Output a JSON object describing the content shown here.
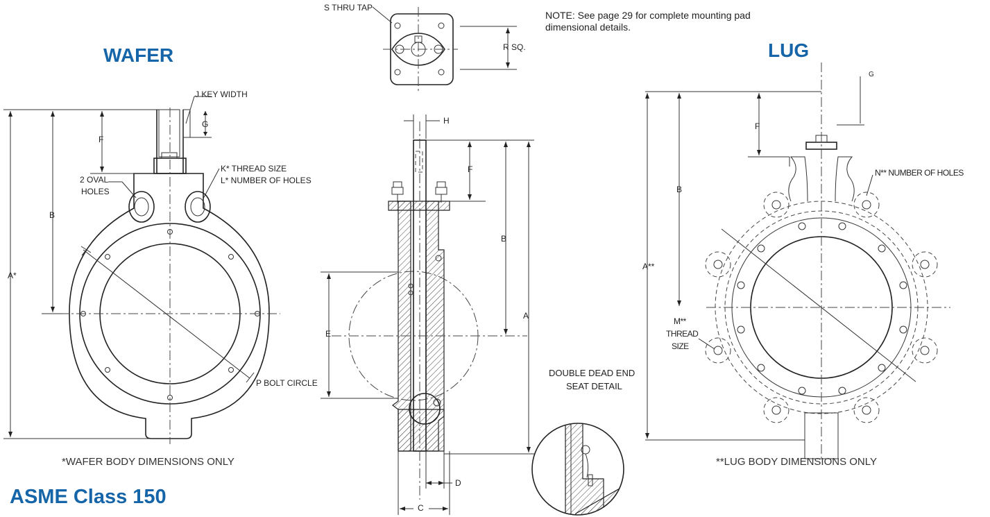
{
  "headings": {
    "wafer": "WAFER",
    "lug": "LUG",
    "asme": "ASME Class 150"
  },
  "note": "NOTE: See page 29 for complete mounting pad dimensional details.",
  "mounting_pad": {
    "s_label": "S THRU TAP",
    "r_label": "R SQ."
  },
  "wafer_labels": {
    "j": "J KEY WIDTH",
    "f": "F",
    "g": "G",
    "k": "K* THREAD SIZE",
    "l": "L* NUMBER OF HOLES",
    "oval": "2  OVAL",
    "holes": "HOLES",
    "b": "B",
    "a": "A*",
    "p": "P BOLT CIRCLE",
    "caption": "*WAFER BODY DIMENSIONS ONLY"
  },
  "side_labels": {
    "h": "H",
    "f": "F",
    "b": "B",
    "a": "A",
    "e": "E",
    "d": "D",
    "c": "C",
    "seat_1": "DOUBLE DEAD END",
    "seat_2": "SEAT DETAIL"
  },
  "lug_labels": {
    "g": "G",
    "f": "F",
    "b": "B",
    "a": "A**",
    "n": "N** NUMBER OF HOLES",
    "m1": "M**",
    "m2": "THREAD",
    "m3": "SIZE",
    "caption": "**LUG BODY DIMENSIONS ONLY"
  },
  "colors": {
    "heading": "#1565a8",
    "line": "#222222"
  }
}
